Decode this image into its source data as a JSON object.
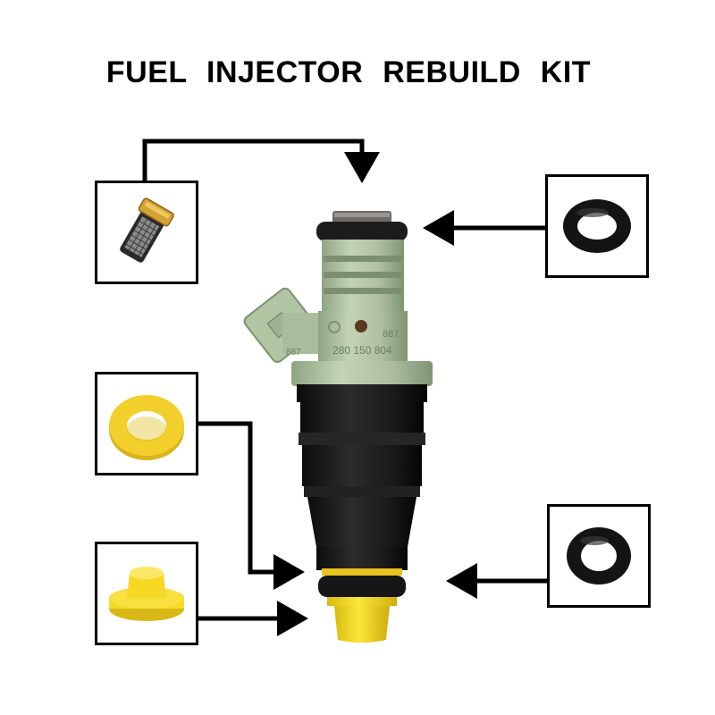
{
  "title": "FUEL  INJECTOR  REBUILD  KIT",
  "injector_markings": {
    "code_top": "887",
    "code_side": "887",
    "part_number": "280 150 804"
  },
  "colors": {
    "injector_body_green": "#b5c9a6",
    "injector_black": "#1a1a1a",
    "o_ring_black": "#141414",
    "spacer_yellow": "#f2cf2a",
    "pintle_cap_yellow": "#f5d925",
    "filter_brass": "#d6a233"
  },
  "parts": [
    {
      "name": "filter basket",
      "icon": "filter-basket-icon"
    },
    {
      "name": "top o-ring",
      "icon": "o-ring-icon"
    },
    {
      "name": "spacer washer",
      "icon": "washer-icon"
    },
    {
      "name": "pintle cap",
      "icon": "pintle-cap-icon"
    },
    {
      "name": "bottom o-ring",
      "icon": "o-ring-icon"
    }
  ]
}
